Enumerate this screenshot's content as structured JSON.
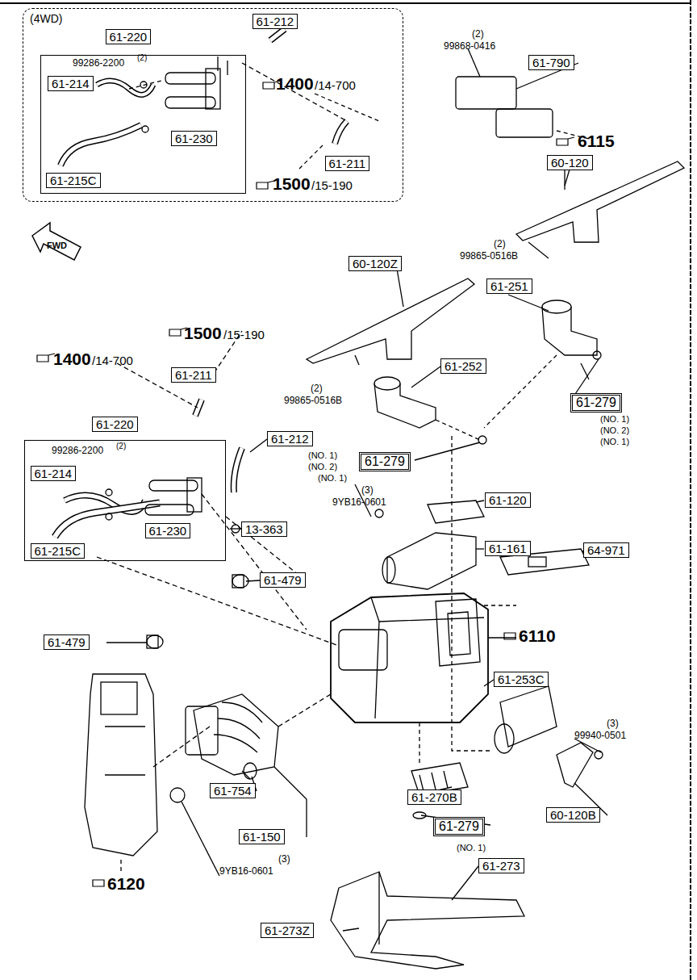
{
  "diagram": {
    "nodes": [
      {
        "text": [
          "(4WD)"
        ]
      },
      {
        "text": [
          "61-212"
        ],
        "in": 0
      },
      {
        "text": [
          "61-220"
        ],
        "in": 0
      },
      {
        "text": [
          "61-214"
        ],
        "in": 2
      },
      {
        "text": [
          "61-230"
        ],
        "in": 2
      },
      {
        "text": [
          "61-215C"
        ],
        "in": 2
      },
      {
        "text": [
          "61-211"
        ],
        "in": 0
      },
      {
        "text": [
          "61-790"
        ]
      },
      {
        "text": [
          "60-120"
        ]
      },
      {
        "text": [
          "60-120Z"
        ]
      },
      {
        "text": [
          "61-251"
        ]
      },
      {
        "text": [
          "61-252"
        ]
      },
      {
        "text": [
          "61-211"
        ]
      },
      {
        "text": [
          "61-279"
        ]
      },
      {
        "text": [
          "61-220"
        ]
      },
      {
        "text": [
          "61-214"
        ],
        "in": 14
      },
      {
        "text": [
          "61-230"
        ],
        "in": 14
      },
      {
        "text": [
          "61-215C"
        ],
        "in": 14
      },
      {
        "text": [
          "61-212"
        ]
      },
      {
        "text": [
          "61-279"
        ]
      },
      {
        "text": [
          "61-120"
        ]
      },
      {
        "text": [
          "13-363"
        ]
      },
      {
        "text": [
          "61-161"
        ]
      },
      {
        "text": [
          "64-971"
        ]
      },
      {
        "text": [
          "61-479"
        ]
      },
      {
        "text": [
          "61-479"
        ]
      },
      {
        "text": [
          "61-253C"
        ]
      },
      {
        "text": [
          "61-754"
        ]
      },
      {
        "text": [
          "61-270B"
        ]
      },
      {
        "text": [
          "60-120B"
        ]
      },
      {
        "text": [
          "61-279"
        ]
      },
      {
        "text": [
          "61-150"
        ]
      },
      {
        "text": [
          "61-273"
        ]
      },
      {
        "text": [
          "61-273Z"
        ]
      }
    ],
    "labels": [
      "99286-2200",
      "(2)",
      "1400",
      "/14-700",
      "1500",
      "/15-190",
      "(2)",
      "99868-0416",
      "6115",
      "FWD",
      "(2)",
      "99865-0516B",
      "1500",
      "/15-190",
      "1400",
      "/14-700",
      "(2)",
      "99865-0516B",
      "(NO. 1)",
      "(NO. 2)",
      "(NO. 1)",
      "(NO. 1)",
      "(NO. 2)",
      "(NO. 1)",
      "99286-2200",
      "(2)",
      "(3)",
      "9YB16-0601",
      "6110",
      "(3)",
      "99940-0501",
      "(3)",
      "9YB16-0601",
      "6120",
      "(NO. 1)"
    ]
  }
}
